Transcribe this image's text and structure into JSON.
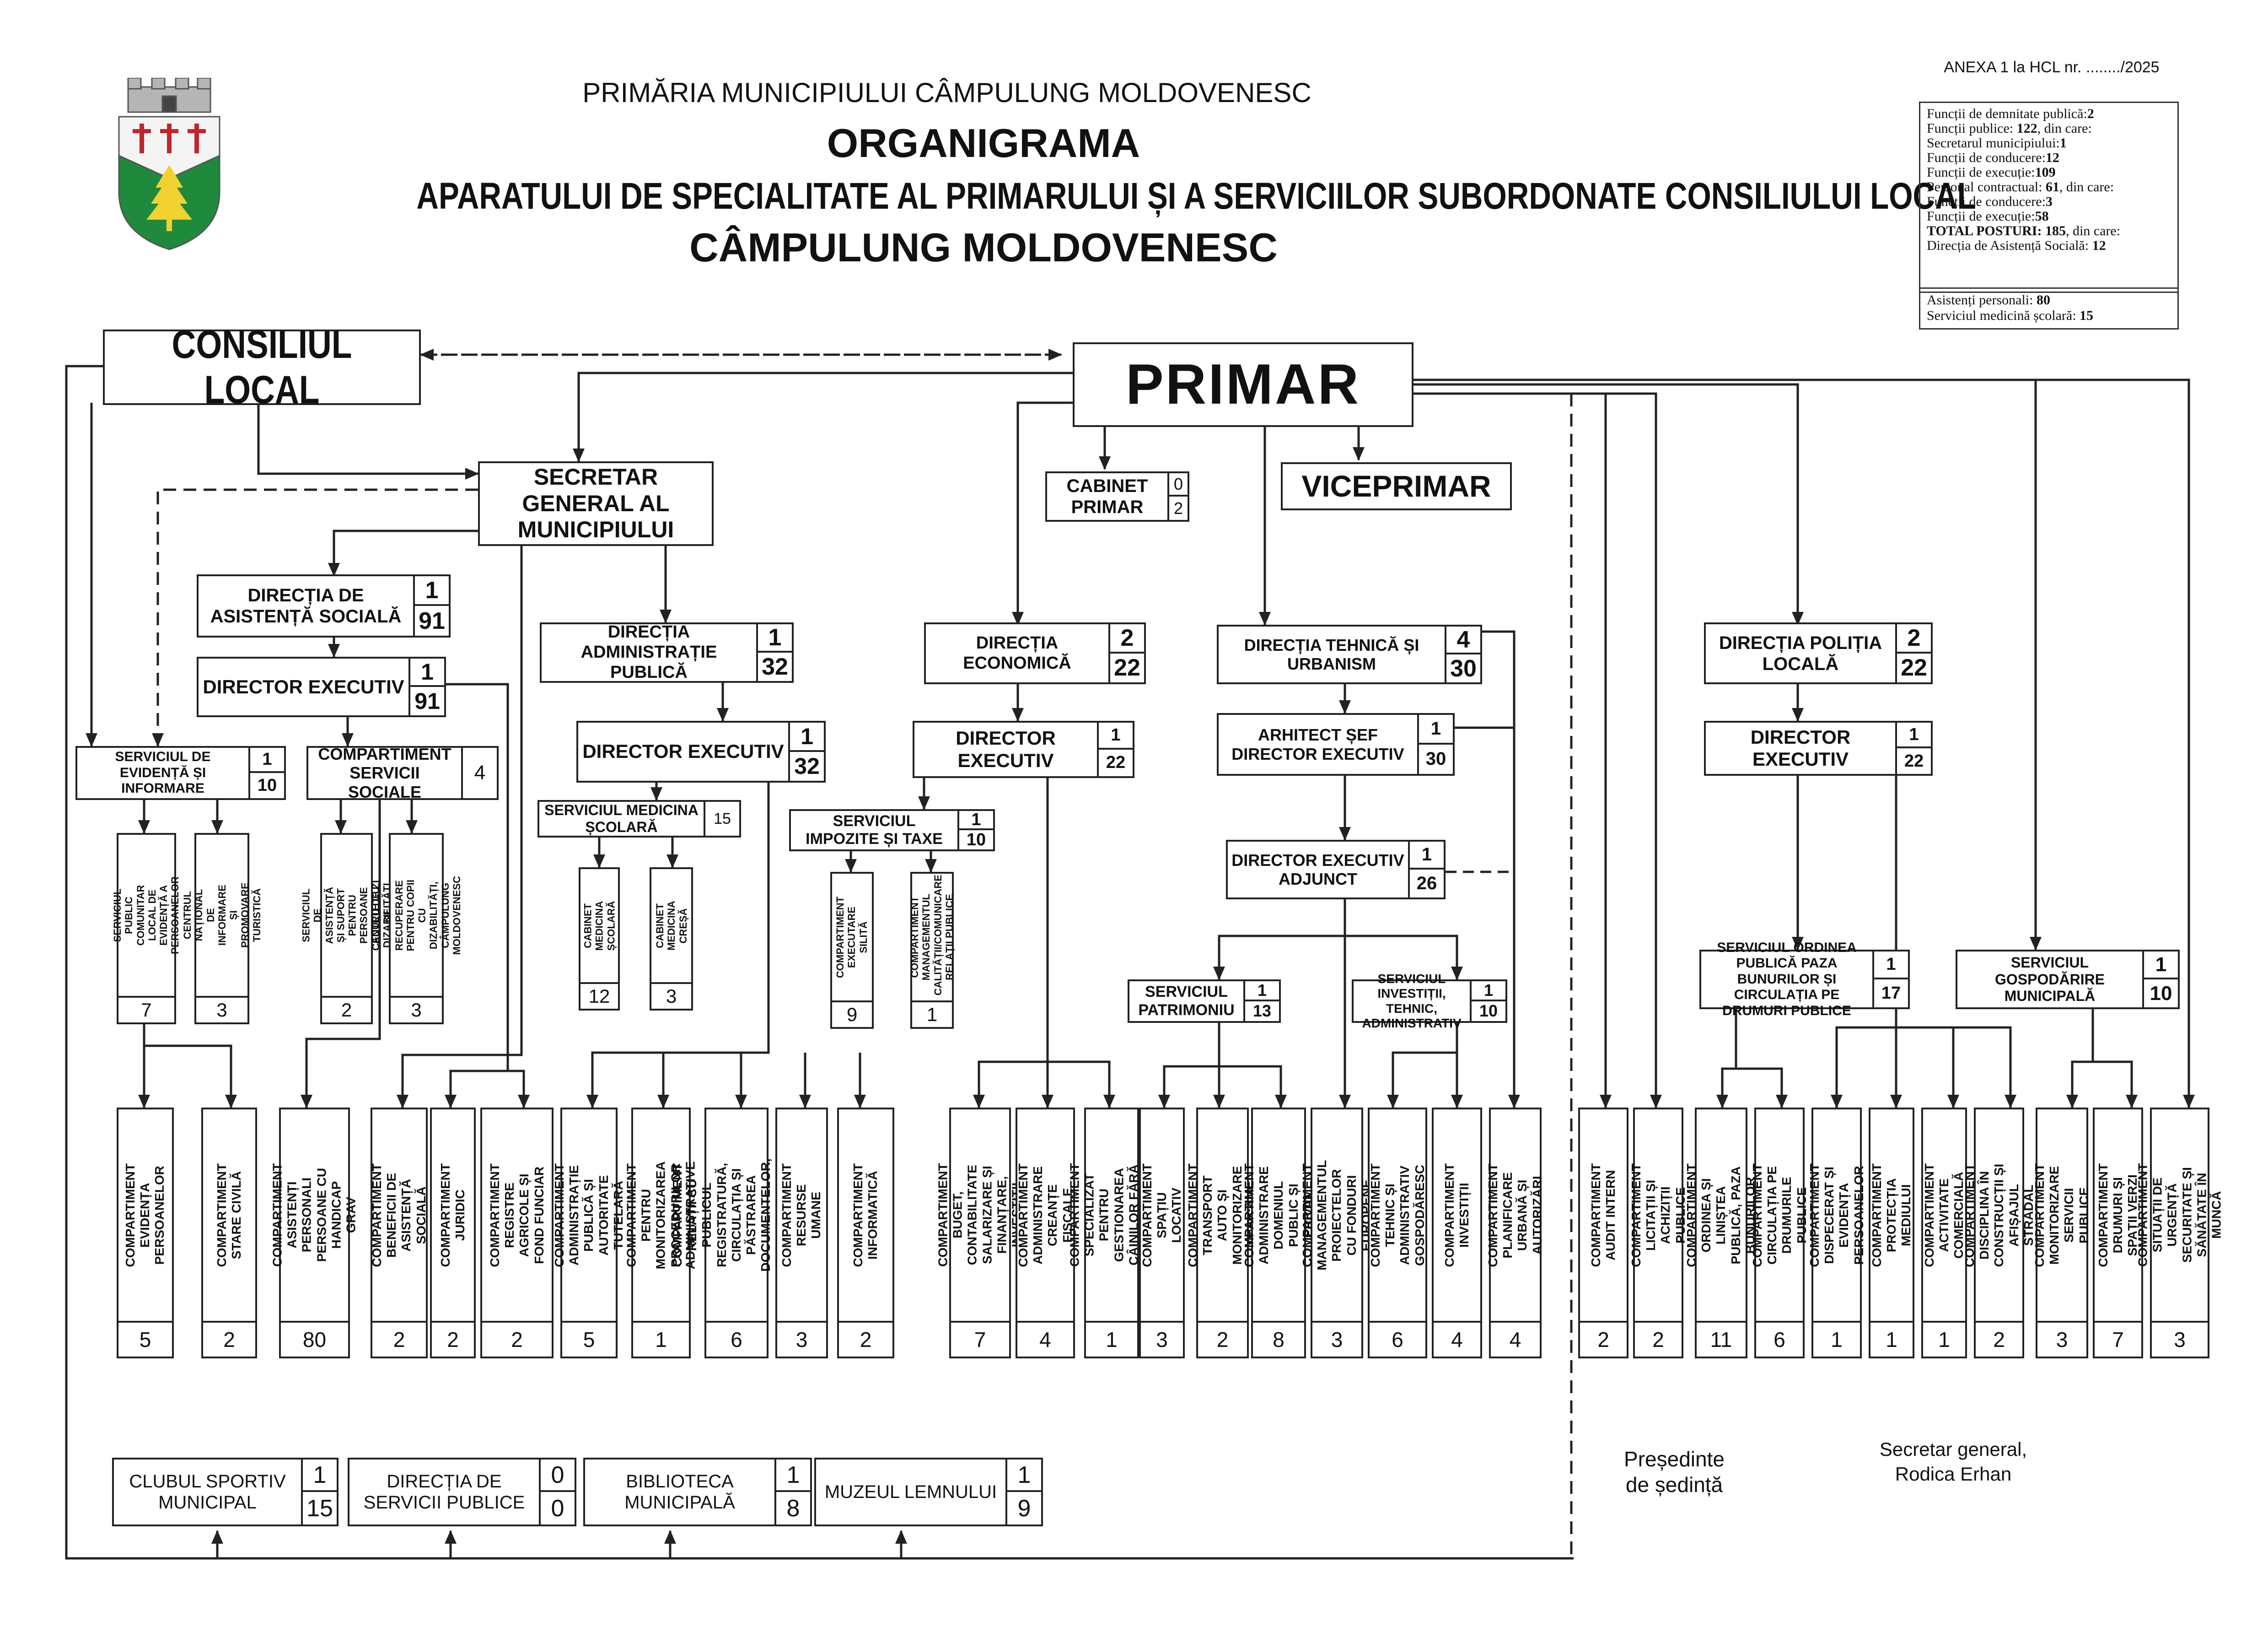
{
  "header": {
    "annex": "ANEXA 1 la HCL nr. ......../2025",
    "institution": "PRIMĂRIA MUNICIPIULUI CÂMPULUNG MOLDOVENESC",
    "title": "ORGANIGRAMA",
    "subtitle": "APARATULUI DE SPECIALITATE AL PRIMARULUI ȘI A SERVICIILOR SUBORDONATE CONSILIULUI LOCAL",
    "city": "CÂMPULUNG MOLDOVENESC"
  },
  "crest": {
    "icon": "city-coat-of-arms-icon",
    "colors": {
      "green": "#1f8a3c",
      "red": "#c0262d",
      "yellow": "#f2d230",
      "gray": "#9a9a9a"
    }
  },
  "stats": [
    {
      "label": "Funcții de demnitate publică:",
      "value": "2"
    },
    {
      "label": "Funcții publice: ",
      "value": "122",
      "suffix": ", din care:"
    },
    {
      "label": "Secretarul municipiului:",
      "value": "1"
    },
    {
      "label": "Funcții de conducere:",
      "value": "12"
    },
    {
      "label": "Funcții de execuție:",
      "value": "109"
    },
    {
      "label": "Personal contractual: ",
      "value": "61",
      "suffix": ", din care:"
    },
    {
      "label": "Funcții de conducere:",
      "value": "3"
    },
    {
      "label": "Funcții de execuție:",
      "value": "58"
    },
    {
      "label": "TOTAL POSTURI: 185",
      "value": "",
      "suffix": ", din care:"
    },
    {
      "label": "Direcția de Asistență Socială: ",
      "value": "12"
    }
  ],
  "stats2": [
    {
      "label": "Asistenți personali: ",
      "value": "80"
    },
    {
      "label": "Serviciul medicină școlară: ",
      "value": "15"
    }
  ],
  "nodes": {
    "consiliu": {
      "label": "CONSILIUL LOCAL"
    },
    "primar": {
      "label": "PRIMAR"
    },
    "viceprimar": {
      "label": "VICEPRIMAR"
    },
    "cabinet": {
      "label": "CABINET PRIMAR",
      "a": "0",
      "b": "2"
    },
    "secretar": {
      "label": "SECRETAR GENERAL AL MUNICIPIULUI"
    },
    "das": {
      "label": "DIRECȚIA DE ASISTENȚĂ SOCIALĂ",
      "a": "1",
      "b": "91"
    },
    "das_dir": {
      "label": "DIRECTOR EXECUTIV",
      "a": "1",
      "b": "91"
    },
    "sei": {
      "label": "SERVICIUL DE EVIDENȚĂ ȘI INFORMARE",
      "a": "1",
      "b": "10"
    },
    "css": {
      "label": "COMPARTIMENT SERVICII SOCIALE",
      "a": "4"
    },
    "dap": {
      "label": "DIRECȚIA ADMINISTRAȚIE PUBLICĂ",
      "a": "1",
      "b": "32"
    },
    "dap_dir": {
      "label": "DIRECTOR EXECUTIV",
      "a": "1",
      "b": "32"
    },
    "sms": {
      "label": "SERVICIUL MEDICINA ȘCOLARĂ",
      "a": "15"
    },
    "de": {
      "label": "DIRECȚIA ECONOMICĂ",
      "a": "2",
      "b": "22"
    },
    "de_dir": {
      "label": "DIRECTOR EXECUTIV",
      "a": "1",
      "b": "22"
    },
    "sit": {
      "label": "SERVICIUL IMPOZITE ȘI TAXE",
      "a": "1",
      "b": "10"
    },
    "dtu": {
      "label": "DIRECȚIA TEHNICĂ ȘI URBANISM",
      "a": "4",
      "b": "30"
    },
    "dtu_dir": {
      "label": "ARHITECT ȘEF DIRECTOR EXECUTIV",
      "a": "1",
      "b": "30"
    },
    "dtu_adj": {
      "label": "DIRECTOR EXECUTIV ADJUNCT",
      "a": "1",
      "b": "26"
    },
    "spat": {
      "label": "SERVICIUL PATRIMONIU",
      "a": "1",
      "b": "13"
    },
    "sita": {
      "label": "SERVICIUL INVESTIȚII, TEHNIC, ADMINISTRATIV",
      "a": "1",
      "b": "10"
    },
    "dpl": {
      "label": "DIRECȚIA POLIȚIA LOCALĂ",
      "a": "2",
      "b": "22"
    },
    "dpl_dir": {
      "label": "DIRECTOR EXECUTIV",
      "a": "1",
      "b": "22"
    },
    "sop": {
      "label": "SERVICIUL ORDINEA PUBLICĂ PAZA BUNURILOR ȘI CIRCULAȚIA PE DRUMURI PUBLICE",
      "a": "1",
      "b": "17"
    },
    "sgm": {
      "label": "SERVICIUL GOSPODĂRIRE MUNICIPALĂ",
      "a": "1",
      "b": "10"
    },
    "csm": {
      "label": "CLUBUL SPORTIV MUNICIPAL",
      "a": "1",
      "b": "15"
    },
    "dsp": {
      "label": "DIRECȚIA DE SERVICII PUBLICE",
      "a": "0",
      "b": "0"
    },
    "bib": {
      "label": "BIBLIOTECA MUNICIPALĂ",
      "a": "1",
      "b": "8"
    },
    "muz": {
      "label": "MUZEUL LEMNULUI",
      "a": "1",
      "b": "9"
    }
  },
  "sub_units": [
    {
      "label": "SERVICIUL PUBLIC COMUNITAR LOCAL DE EVIDENȚĂ A PERSOANELOR",
      "value": "7"
    },
    {
      "label": "CENTRUL NAȚIONAL DE INFORMARE ȘI PROMOVARE TURISTICĂ",
      "value": "3"
    },
    {
      "label": "SERVICIUL DE ASISTENȚĂ ȘI SUPORT PENTRU PERSOANE ADULTE CU DIZABILITĂȚI",
      "value": "2"
    },
    {
      "label": "CENTRU DE ZI DE RECUPERARE PENTRU COPII CU DIZABILITĂȚI, CÂMPULUNG MOLDOVENESC",
      "value": "3"
    },
    {
      "label": "CABINET MEDICINA ȘCOLARĂ",
      "value": "12"
    },
    {
      "label": "CABINET MEDICINA CREȘĂ",
      "value": "3"
    },
    {
      "label": "COMPARTIMENT EXECUTARE SILITĂ",
      "value": "9"
    },
    {
      "label": "COMPARTIMENT MANAGEMENTUL CALITĂȚII/COMUNICARE RELAȚII PUBLICE",
      "value": "1"
    }
  ],
  "compartments": [
    {
      "label": "COMPARTIMENT EVIDENȚA PERSOANELOR",
      "value": "5"
    },
    {
      "label": "COMPARTIMENT STARE CIVILĂ",
      "value": "2"
    },
    {
      "label": "COMPARTIMENT ASISTENȚI PERSONALI PERSOANE CU HANDICAP GRAV",
      "value": "80"
    },
    {
      "label": "COMPARTIMENT BENEFICII DE ASISTENȚĂ SOCIALĂ",
      "value": "2"
    },
    {
      "label": "COMPARTIMENT JURIDIC",
      "value": "2"
    },
    {
      "label": "COMPARTIMENT REGISTRE AGRICOLE ȘI FOND FUNCIAR",
      "value": "2"
    },
    {
      "label": "COMPARTIMENT ADMINISTRAȚIE PUBLICĂ ȘI AUTORITATE TUTELARĂ",
      "value": "5"
    },
    {
      "label": "COMPARTIMENT PENTRU MONITORIZAREA PROCEDURILOR ADMINISTRATIVE",
      "value": "1"
    },
    {
      "label": "COMPARTIMENT RELAȚII CU PUBLICUL REGISTRATURĂ, CIRCULAȚIA ȘI PĂSTRAREA DOCUMENTELOR, SECRETARIAT ȘI ARHIVĂ",
      "value": "6"
    },
    {
      "label": "COMPARTIMENT RESURSE UMANE",
      "value": "3"
    },
    {
      "label": "COMPARTIMENT INFORMATICĂ",
      "value": "2"
    },
    {
      "label": "COMPARTIMENT BUGET, CONTABILITATE SALARIZARE ȘI FINANȚARE, INVESTIȚII",
      "value": "7"
    },
    {
      "label": "COMPARTIMENT ADMINISTRARE CREANȚE FISCALE",
      "value": "4"
    },
    {
      "label": "COMPARTIMENT SPECIALIZAT PENTRU GESTIONAREA CÂINILOR FĂRĂ STĂPÂN",
      "value": "1"
    },
    {
      "label": "COMPARTIMENT SPAȚIU LOCATIV",
      "value": "3"
    },
    {
      "label": "COMPARTIMENT TRANSPORT AUTO ȘI MONITORIZARE PARCĂRI",
      "value": "2"
    },
    {
      "label": "COMPARTIMENT ADMINISTRARE DOMENIUL PUBLIC ȘI PRIVAT",
      "value": "8"
    },
    {
      "label": "COMPARTIMENT MANAGEMENTUL PROIECTELOR CU FONDURI EUROPENE",
      "value": "3"
    },
    {
      "label": "COMPARTIMENT TEHNIC ȘI ADMINISTRATIV GOSPODĂRESC",
      "value": "6"
    },
    {
      "label": "COMPARTIMENT INVESTIȚII",
      "value": "4"
    },
    {
      "label": "COMPARTIMENT PLANIFICARE URBANĂ ȘI AUTORIZĂRI",
      "value": "4"
    },
    {
      "label": "COMPARTIMENT AUDIT INTERN",
      "value": "2"
    },
    {
      "label": "COMPARTIMENT LICITAȚII ȘI ACHIZIȚII PUBLICE",
      "value": "2"
    },
    {
      "label": "COMPARTIMENT ORDINEA ȘI LINIȘTEA PUBLICĂ, PAZA BUNURILOR",
      "value": "11"
    },
    {
      "label": "COMPARTIMENT CIRCULAȚIA PE DRUMURILE PUBLICE",
      "value": "6"
    },
    {
      "label": "COMPARTIMENT DISPECERAT ȘI EVIDENȚA PERSOANELOR",
      "value": "1"
    },
    {
      "label": "COMPARTIMENT PROTECȚIA MEDIULUI",
      "value": "1"
    },
    {
      "label": "COMPARTIMENT ACTIVITATE COMERCIALĂ",
      "value": "1"
    },
    {
      "label": "COMPARTIMENT DISCIPLINA ÎN CONSTRUCȚII ȘI AFIȘAJUL STRADAL",
      "value": "2"
    },
    {
      "label": "COMPARTIMENT MONITORIZARE SERVICII PUBLICE",
      "value": "3"
    },
    {
      "label": "COMPARTIMENT DRUMURI ȘI SPAȚII VERZI",
      "value": "7"
    },
    {
      "label": "COMPARTIMENT SITUAȚII DE URGENȚĂ SECURITATE ȘI SĂNĂTATE ÎN MUNCĂ",
      "value": "3"
    }
  ],
  "signatures": {
    "chair_title": "Președinte",
    "chair_sub": "de ședință",
    "secretary_title": "Secretar general,",
    "secretary_name": "Rodica Erhan"
  }
}
